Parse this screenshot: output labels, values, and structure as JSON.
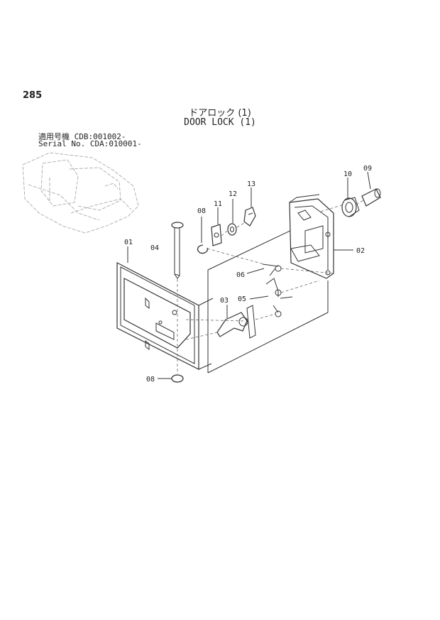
{
  "page": {
    "number": "285",
    "title_jp": "ドアロック (1)",
    "title_en": "DOOR LOCK (1)",
    "serial_line_1": "適用号機 CDB:001002-",
    "serial_line_2": "Serial No. CDA:010001-"
  },
  "callouts": [
    {
      "id": "01",
      "label": "01"
    },
    {
      "id": "02",
      "label": "02"
    },
    {
      "id": "03",
      "label": "03"
    },
    {
      "id": "04",
      "label": "04"
    },
    {
      "id": "05",
      "label": "05"
    },
    {
      "id": "06",
      "label": "06"
    },
    {
      "id": "08a",
      "label": "08"
    },
    {
      "id": "08b",
      "label": "08"
    },
    {
      "id": "09",
      "label": "09"
    },
    {
      "id": "10",
      "label": "10"
    },
    {
      "id": "11",
      "label": "11"
    },
    {
      "id": "12",
      "label": "12"
    },
    {
      "id": "13",
      "label": "13"
    }
  ]
}
